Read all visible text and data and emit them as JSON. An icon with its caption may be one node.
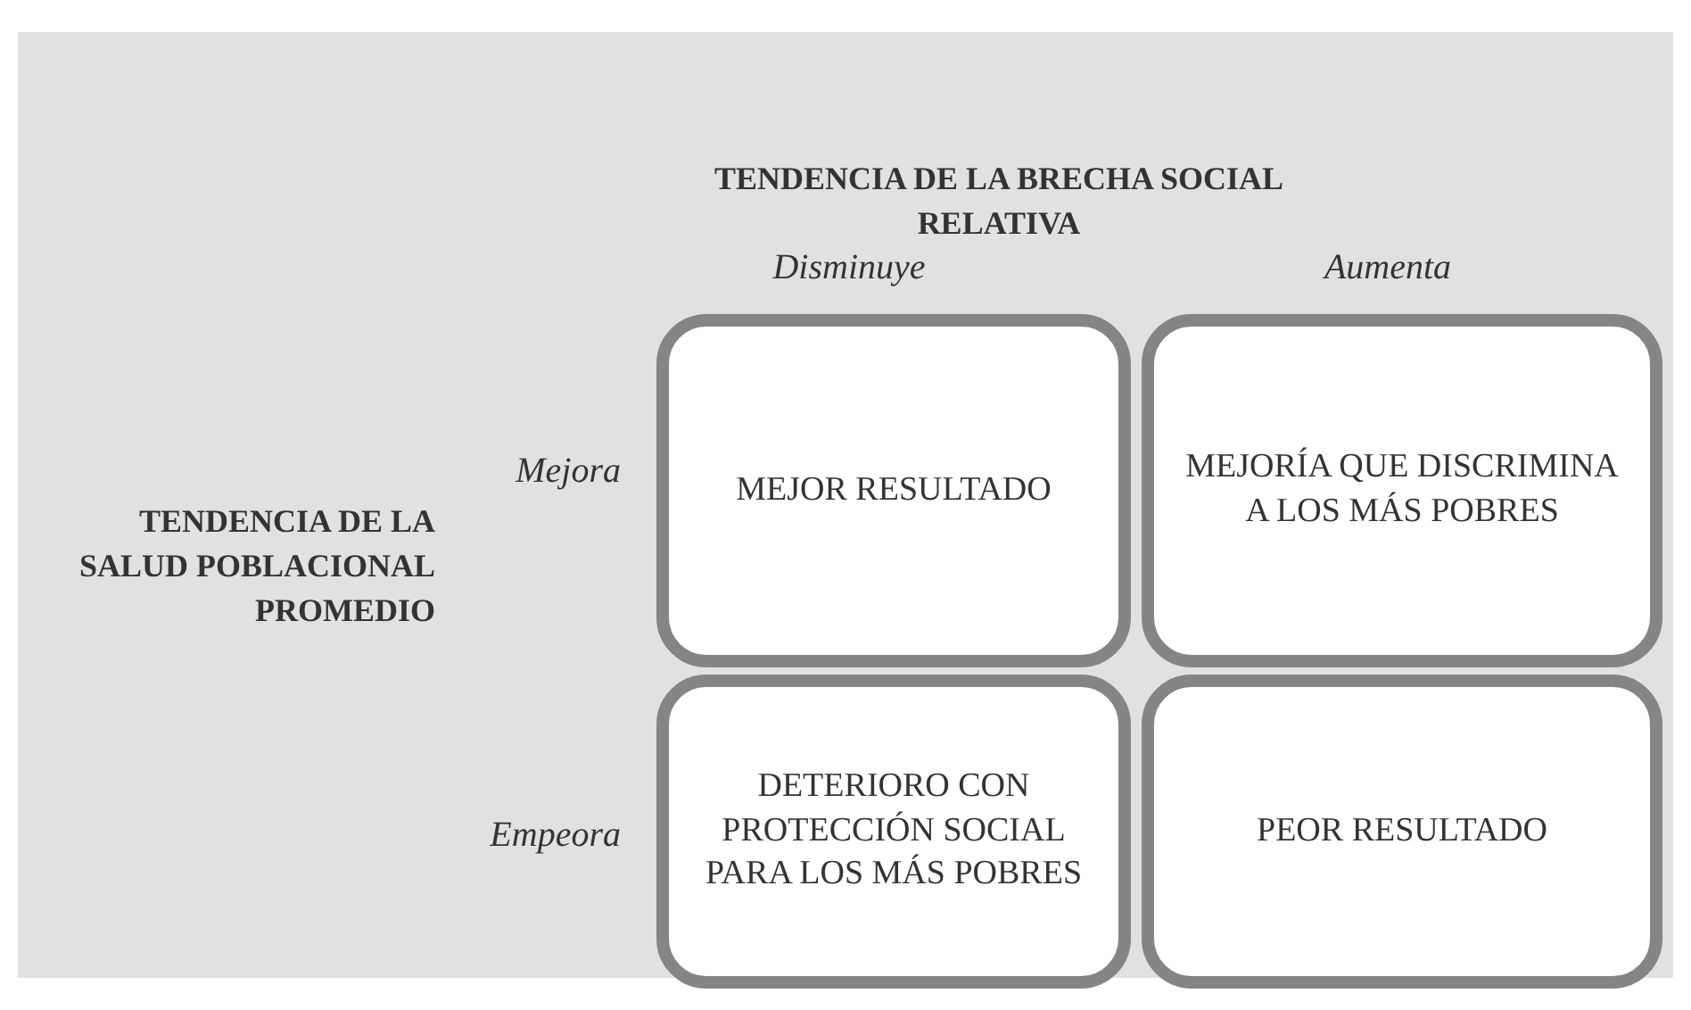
{
  "diagram": {
    "nodes": [
      {
        "text": [
          "MEJOR RESULTADO"
        ]
      },
      {
        "text": [
          "MEJORÍA QUE DISCRIMINA A LOS MÁS POBRES"
        ]
      },
      {
        "text": [
          "DETERIORO CON PROTECCIÓN SOCIAL PARA LOS MÁS POBRES"
        ]
      },
      {
        "text": [
          "PEOR RESULTADO"
        ]
      }
    ],
    "labels": [
      "TENDENCIA DE LA BRECHA SOCIAL RELATIVA",
      "Disminuye",
      "Aumenta",
      "Mejora",
      "TENDENCIA DE LA SALUD POBLACIONAL PROMEDIO",
      "Empeora"
    ]
  }
}
